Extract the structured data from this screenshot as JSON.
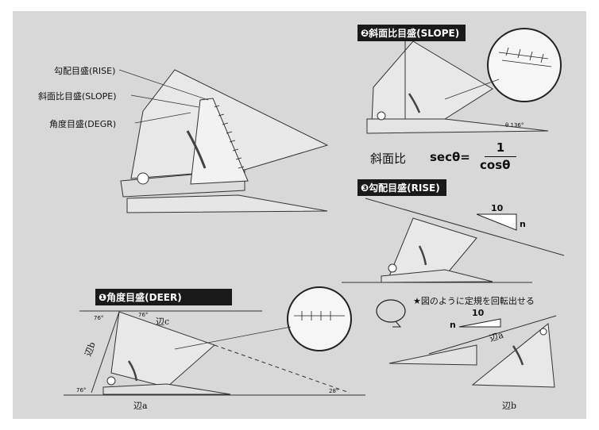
{
  "labels": {
    "rise": "勾配目盛(RISE)",
    "slope": "斜面比目盛(SLOPE)",
    "degr": "角度目盛(DEGR)"
  },
  "sections": {
    "slope_header": "❷斜面比目盛(SLOPE)",
    "rise_header": "❸勾配目盛(RISE)",
    "degree_header": "❶角度目盛(DEER)"
  },
  "formula": {
    "left": "斜面比",
    "sec": "secθ=",
    "numerator": "1",
    "denominator": "cosθ"
  },
  "rise_triangle": {
    "top": "10",
    "side": "n"
  },
  "rotate_triangle": {
    "top": "10",
    "side": "n"
  },
  "rotate_note": "★図のように定規を回転出せる",
  "sides": {
    "a": "辺a",
    "b": "辺b",
    "c": "辺c",
    "b2": "辺b",
    "a2": "辺a"
  },
  "angles": {
    "a1": "76°",
    "a2": "76°",
    "a3": "76°",
    "a4": "28°"
  },
  "slope_angle": "θ 136°"
}
